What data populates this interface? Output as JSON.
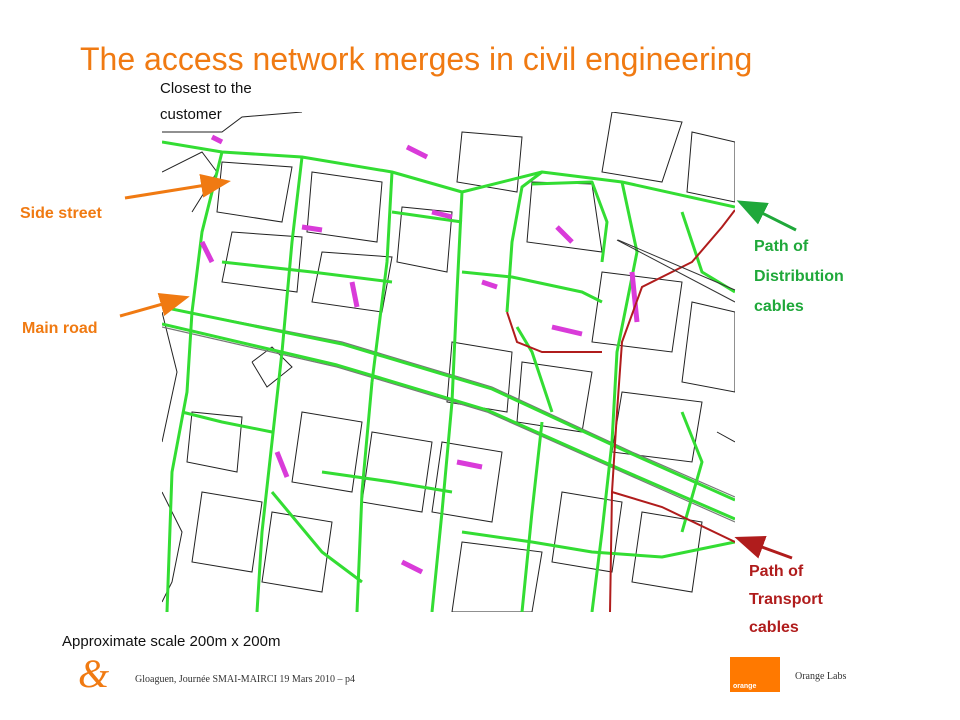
{
  "slide": {
    "title": "The access network merges in civil engineering",
    "subtitle": "Closest to the customer",
    "labels": {
      "side_street": "Side street",
      "main_road": "Main road",
      "distribution": [
        "Path of",
        "Distribution",
        "cables"
      ],
      "transport": [
        "Path of",
        "Transport",
        "cables"
      ]
    },
    "scale_note": "Approximate scale 200m x 200m",
    "footer": "Gloaguen, Journée SMAI-MAIRCI 19 Mars 2010 – p4",
    "brand": "Orange Labs",
    "logo_text": "orange",
    "ampersand": "&"
  },
  "colors": {
    "title": "#f07a12",
    "side_arrow": "#f07a12",
    "distribution": "#1fa83a",
    "transport": "#b01c1c",
    "map_green": "#33dd33",
    "map_magenta": "#d93bd9"
  },
  "icons": [
    "ampersand-logo",
    "orange-logo"
  ]
}
